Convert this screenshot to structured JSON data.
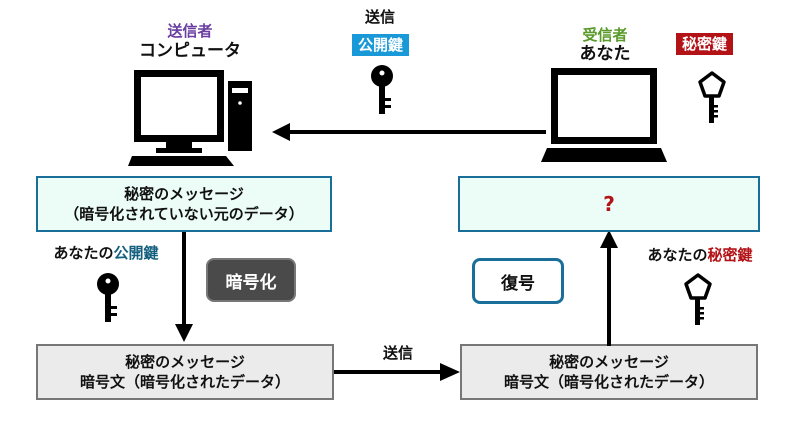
{
  "colors": {
    "sender": "#6a3fa0",
    "receiver": "#5a9a2a",
    "public_key": "#1a99d8",
    "public_key_text": "#15607f",
    "private_key": "#b31217",
    "box_border": "#1a6f9a",
    "box_fill": "#ecfdf8",
    "cipher_fill": "#ebebeb"
  },
  "sender": {
    "role": "送信者",
    "name": "コンピュータ",
    "icon": "desktop-computer-icon"
  },
  "receiver": {
    "role": "受信者",
    "name": "あなた",
    "icon": "laptop-icon"
  },
  "top_transfer": {
    "label": "送信",
    "key_tag": "公開鍵",
    "icon": "public-key-icon"
  },
  "receiver_key": {
    "key_tag": "秘密鍵",
    "icon": "private-key-icon"
  },
  "plaintext_box": {
    "line1": "秘密のメッセージ",
    "line2": "（暗号化されていない元のデータ）"
  },
  "encrypt": {
    "key_prefix": "あなたの",
    "key_name": "公開鍵",
    "action": "暗号化"
  },
  "cipher_left": {
    "line1": "秘密のメッセージ",
    "line2": "暗号文（暗号化されたデータ）"
  },
  "bottom_transfer": {
    "label": "送信"
  },
  "cipher_right": {
    "line1": "秘密のメッセージ",
    "line2": "暗号文（暗号化されたデータ）"
  },
  "decrypt": {
    "key_prefix": "あなたの",
    "key_name": "秘密鍵",
    "action": "復号"
  },
  "result_box": {
    "text": "?"
  }
}
